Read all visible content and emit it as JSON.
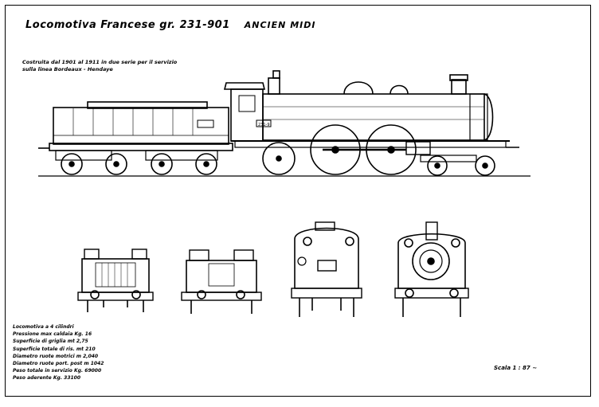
{
  "title": {
    "main": "Locomotiva Francese gr. 231-901",
    "sub": "ANCIEN MIDI"
  },
  "note": {
    "line1": "Costruita dal 1901 al 1911 in due serie per il servizio",
    "line2": "sulla linea Bordeaux - Hendaye"
  },
  "specs": [
    "Locomotiva a 4 cilindri",
    "Pressione max caldaia Kg. 16",
    "Superficie di griglia mt 2,75",
    "Superficie totale di ris. mt 210",
    "Diametro ruote motrici m 2,040",
    "Diametro ruote port. post m 1042",
    "Peso totale in servizio Kg. 69000",
    "Peso aderente Kg. 33100"
  ],
  "scale": "Scala 1 : 87 ~",
  "plate": "231-9",
  "icons": [
    "locomotive-side-drawing",
    "tender-front-view",
    "tender-rear-view",
    "cab-view",
    "smokebox-front-view"
  ]
}
